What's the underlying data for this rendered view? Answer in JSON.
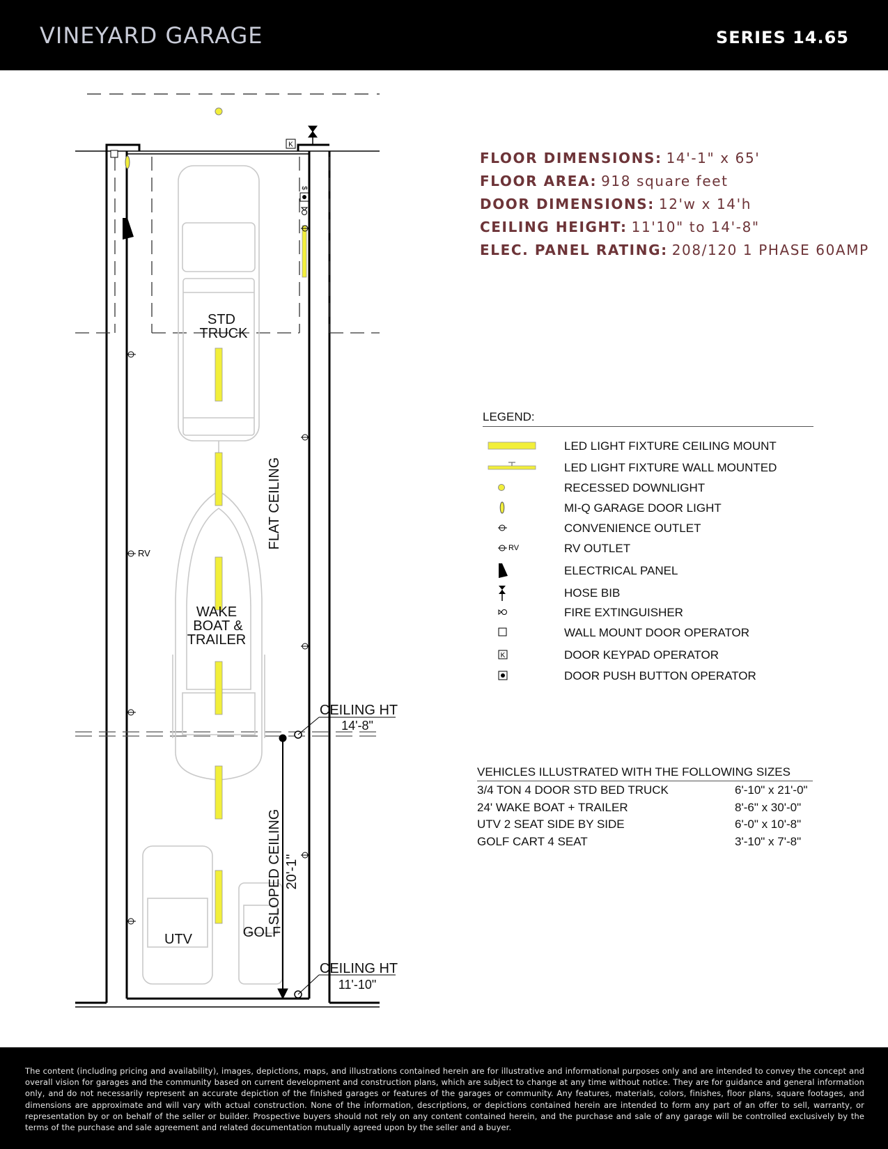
{
  "header": {
    "brand": "VINEYARD GARAGE",
    "series": "SERIES 14.65"
  },
  "specs": [
    {
      "label": "FLOOR DIMENSIONS:",
      "value": "14'-1\" x 65'"
    },
    {
      "label": "FLOOR AREA:",
      "value": "918 square feet"
    },
    {
      "label": "DOOR DIMENSIONS:",
      "value": "12'w x 14'h"
    },
    {
      "label": "CEILING HEIGHT:",
      "value": "11'10\" to 14'-8\""
    },
    {
      "label": "ELEC. PANEL RATING:",
      "value": "208/120 1 PHASE 60AMP"
    }
  ],
  "legend": {
    "title": "LEGEND:",
    "items": [
      {
        "label": "LED LIGHT FIXTURE CEILING MOUNT",
        "icon": "led-ceiling-icon"
      },
      {
        "label": "LED LIGHT FIXTURE WALL MOUNTED",
        "icon": "led-wall-icon"
      },
      {
        "label": "RECESSED DOWNLIGHT",
        "icon": "downlight-icon"
      },
      {
        "label": "MI-Q GARAGE DOOR LIGHT",
        "icon": "door-light-icon"
      },
      {
        "label": "CONVENIENCE OUTLET",
        "icon": "outlet-icon"
      },
      {
        "label": "RV OUTLET",
        "icon": "rv-outlet-icon",
        "symbol_text": "RV"
      },
      {
        "label": "ELECTRICAL PANEL",
        "icon": "electrical-panel-icon"
      },
      {
        "label": "HOSE BIB",
        "icon": "hose-bib-icon"
      },
      {
        "label": "FIRE EXTINGUISHER",
        "icon": "fire-extinguisher-icon"
      },
      {
        "label": "WALL MOUNT DOOR OPERATOR",
        "icon": "door-operator-icon"
      },
      {
        "label": "DOOR KEYPAD OPERATOR",
        "icon": "keypad-icon",
        "symbol_text": "K"
      },
      {
        "label": "DOOR PUSH BUTTON OPERATOR",
        "icon": "push-button-icon"
      }
    ]
  },
  "vehicles": {
    "title": "VEHICLES ILLUSTRATED WITH THE FOLLOWING SIZES",
    "rows": [
      {
        "name": "3/4 TON 4 DOOR STD BED TRUCK",
        "size": "6'-10\" x 21'-0\""
      },
      {
        "name": "24' WAKE BOAT + TRAILER",
        "size": "8'-6\" x 30'-0\""
      },
      {
        "name": "UTV 2 SEAT SIDE BY SIDE",
        "size": "6'-0\" x 10'-8\""
      },
      {
        "name": "GOLF CART 4 SEAT",
        "size": "3'-10\" x 7'-8\""
      }
    ]
  },
  "plan": {
    "truck_label_1": "STD",
    "truck_label_2": "TRUCK",
    "boat_label_1": "WAKE",
    "boat_label_2": "BOAT &",
    "boat_label_3": "TRAILER",
    "utv_label": "UTV",
    "golf_label": "GOLF",
    "flat_ceiling": "FLAT CEILING",
    "sloped_ceiling": "SLOPED CEILING",
    "sloped_length": "20'-1\"",
    "ceiling_ht_label": "CEILING HT",
    "ceiling_ht_high": "14'-8\"",
    "ceiling_ht_low": "11'-10\"",
    "rv_tag": "RV",
    "keypad_tag": "K",
    "switch_tag": "$"
  },
  "colors": {
    "accent": "#6d3438",
    "led": "#f2ef3a",
    "band": "#000000"
  },
  "footer": {
    "disclaimer": "The content (including pricing and availability), images, depictions, maps, and illustrations contained herein are for illustrative and informational purposes only and are intended to convey the concept and overall vision for garages and the community based on current development and construction plans, which are subject to change at any time without notice. They are for guidance and general information only, and do not necessarily represent an accurate depiction of the finished garages or features of the garages or community. Any features, materials, colors, finishes, floor plans, square footages, and dimensions are approximate and will vary with actual construction. None of the information, descriptions, or depictions contained herein are intended to form any part of an offer to sell, warranty, or representation by or on behalf of the seller or builder. Prospective buyers should not rely on any content contained herein, and the purchase and sale of any garage will be controlled exclusively by the terms of the purchase and sale agreement and related documentation mutually agreed upon by the seller and a buyer."
  }
}
